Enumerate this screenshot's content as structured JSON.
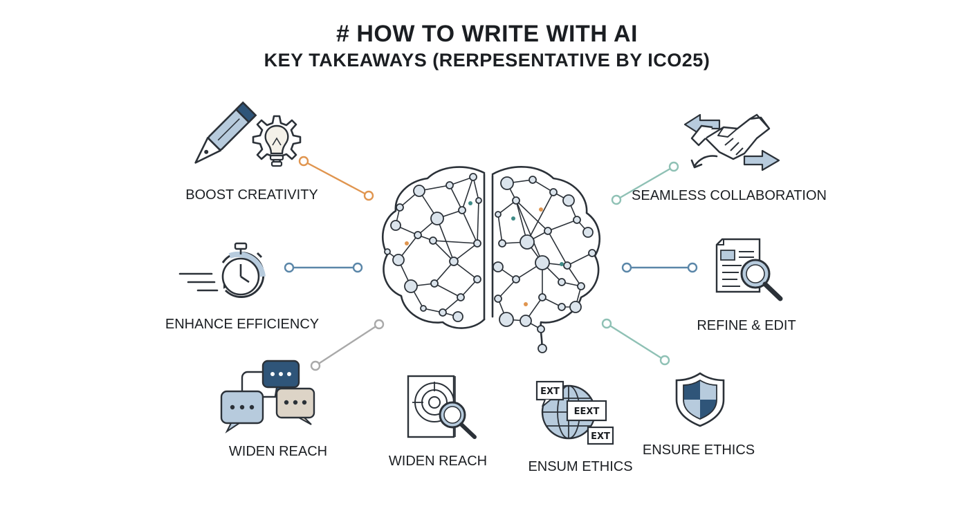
{
  "header": {
    "title": "# HOW TO WRITE WITH AI",
    "subtitle": "KEY TAKEAWAYS (RERPESENTATIVE BY ICO25)"
  },
  "items": [
    {
      "label": "BOOST CREATIVITY",
      "icon": "pen-and-lightbulb-gear-icon"
    },
    {
      "label": "ENHANCE EFFICIENCY",
      "icon": "stopwatch-icon"
    },
    {
      "label": "WIDEN REACH",
      "icon": "chat-bubbles-icon"
    },
    {
      "label": "WIDEN REACH",
      "icon": "target-magnifier-icon"
    },
    {
      "label": "ENSUM ETHICS",
      "icon": "globe-text-icon"
    },
    {
      "label": "ENSURE ETHICS",
      "icon": "shield-icon"
    },
    {
      "label": "REFINE & EDIT",
      "icon": "document-magnifier-icon"
    },
    {
      "label": "SEAMLESS COLLABORATION",
      "icon": "handshake-icon"
    }
  ],
  "globe_tags": [
    "EXT",
    "EEXT",
    "EXT"
  ],
  "colors": {
    "ink": "#2b3138",
    "orange": "#e0954f",
    "steel_blue": "#5a86a8",
    "gray": "#a9a9a9",
    "teal": "#8fc1b5",
    "light_blue": "#b7cbdd",
    "navy": "#2f5579",
    "beige": "#ddd4c7"
  },
  "center_icon": "brain-network-icon"
}
